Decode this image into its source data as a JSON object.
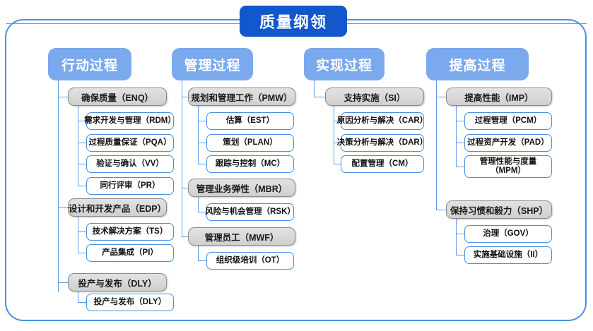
{
  "diagram": {
    "title": "质量纲领",
    "columns": [
      {
        "header": "行动过程",
        "groups": [
          {
            "label": "确保质量（ENQ）",
            "items": [
              "需求开发与管理（RDM）",
              "过程质量保证（PQA）",
              "验证与确认（VV）",
              "同行评审（PR）"
            ]
          },
          {
            "label": "设计和开发产品（EDP）",
            "items": [
              "技术解决方案（TS）",
              "产品集成（PI）"
            ]
          },
          {
            "label": "投产与发布（DLY）",
            "items": [
              "投产与发布（DLY）"
            ]
          }
        ]
      },
      {
        "header": "管理过程",
        "groups": [
          {
            "label": "规划和管理工作（PMW）",
            "items": [
              "估算（EST）",
              "策划（PLAN）",
              "跟踪与控制（MC）"
            ]
          },
          {
            "label": "管理业务弹性（MBR）",
            "items": [
              "风险与机会管理（RSK）"
            ]
          },
          {
            "label": "管理员工（MWF）",
            "items": [
              "组织级培训（OT）"
            ]
          }
        ]
      },
      {
        "header": "实现过程",
        "groups": [
          {
            "label": "支持实施（SI）",
            "items": [
              "原因分析与解决（CAR）",
              "决策分析与解决（DAR）",
              "配置管理（CM）"
            ]
          }
        ]
      },
      {
        "header": "提高过程",
        "groups": [
          {
            "label": "提高性能（IMP）",
            "items": [
              "过程管理（PCM）",
              "过程资产开发（PAD）",
              "管理性能与度量\n（MPM）"
            ]
          },
          {
            "label": "保持习惯和毅力（SHP）",
            "items": [
              "治理（GOV）",
              "实施基础设施（II）"
            ]
          }
        ]
      }
    ],
    "colors": {
      "title_fill": "#1257cc",
      "header_fill": "#7aa9ee",
      "group_fill": "#d8d8d8",
      "group_border": "#8a8a8a",
      "leaf_border": "#4a8fe0",
      "connector": "#5b9ae6",
      "frame_border": "#4a8fe0",
      "background": "#ffffff"
    }
  }
}
